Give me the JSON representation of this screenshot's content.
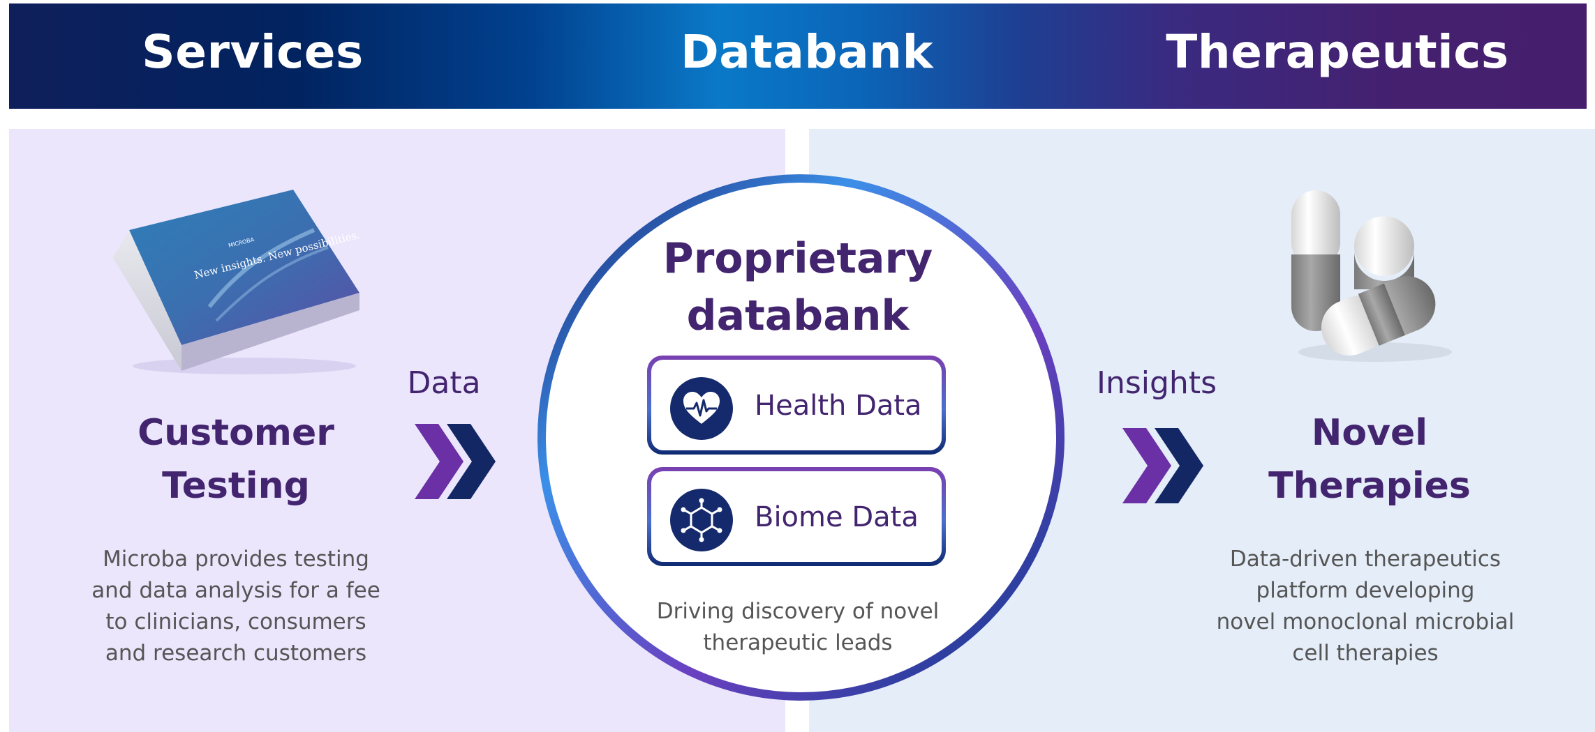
{
  "banner": {
    "services": "Services",
    "databank": "Databank",
    "therapeutics": "Therapeutics"
  },
  "left": {
    "title_line1": "Customer",
    "title_line2": "Testing",
    "desc_lines": [
      "Microba provides testing",
      "and data analysis for a fee",
      "to clinicians, consumers",
      "and research customers"
    ],
    "kit_text": "New insights. New possibilities."
  },
  "flow": {
    "data_label": "Data",
    "insights_label": "Insights"
  },
  "center": {
    "title_line1": "Proprietary",
    "title_line2": "databank",
    "health_label": "Health Data",
    "biome_label": "Biome Data",
    "desc_lines": [
      "Driving discovery of novel",
      "therapeutic leads"
    ]
  },
  "right": {
    "title_line1": "Novel",
    "title_line2": "Therapies",
    "desc_lines": [
      "Data-driven therapeutics",
      "platform developing",
      "novel monoclonal microbial",
      "cell therapies"
    ]
  },
  "colors": {
    "heading": "#43246f",
    "chevron_purple": "#6b2fa6",
    "chevron_navy": "#132765",
    "left_panel": "#ebe6fc",
    "right_panel": "#e4edf8"
  },
  "icons": {
    "health": "heart-pulse-icon",
    "biome": "molecule-icon"
  }
}
